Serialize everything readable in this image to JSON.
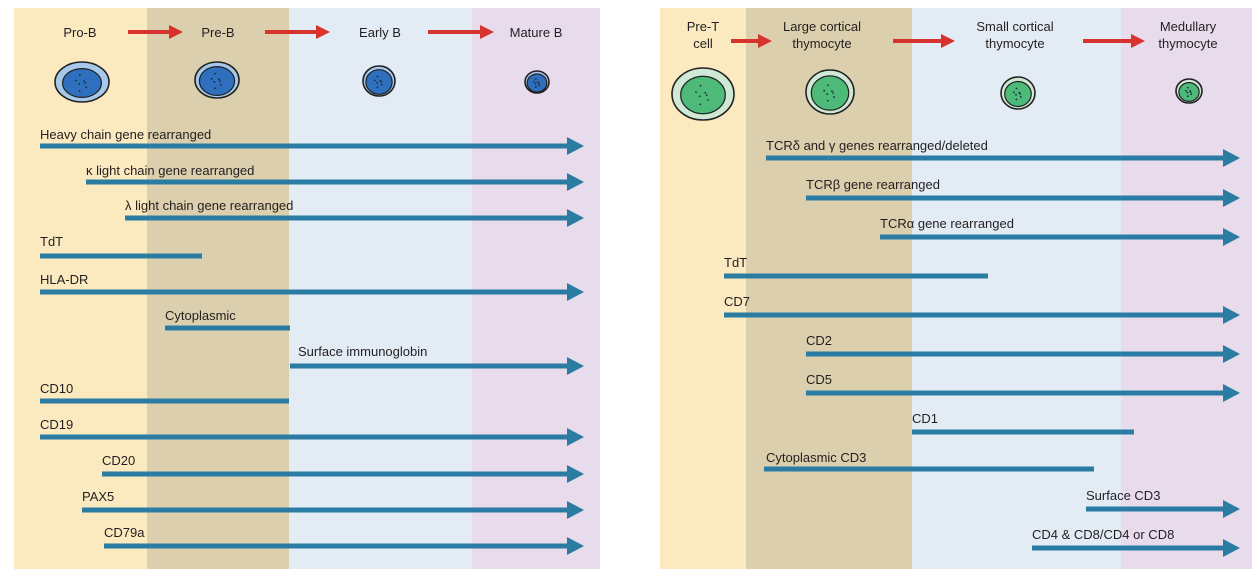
{
  "colors": {
    "pale_yellow": "#fbe9c0",
    "tan": "#dccfad",
    "pale_blue": "#e3ecf5",
    "lavender": "#e8dcec",
    "bar": "#2a7ca3",
    "stage_arrow": "#d6332e",
    "b_cell": "#2e6fbe",
    "b_cell_halo": "#a6c8ea",
    "t_cell": "#4dba7a",
    "t_cell_halo": "#cfe9d5",
    "outline": "#222222"
  },
  "b_panel": {
    "stages": [
      "Pro-B",
      "Pre-B",
      "Early B",
      "Mature B"
    ],
    "markers": [
      {
        "label": "Heavy chain gene rearranged",
        "arrow": true
      },
      {
        "label": "κ light chain gene rearranged",
        "arrow": true
      },
      {
        "label": "λ light chain gene rearranged",
        "arrow": true
      },
      {
        "label": "TdT",
        "arrow": false
      },
      {
        "label": "HLA-DR",
        "arrow": true
      },
      {
        "label": "Cytoplasmic",
        "arrow": false
      },
      {
        "label": "Surface immunoglobin",
        "arrow": true
      },
      {
        "label": "CD10",
        "arrow": false
      },
      {
        "label": "CD19",
        "arrow": true
      },
      {
        "label": "CD20",
        "arrow": true
      },
      {
        "label": "PAX5",
        "arrow": true
      },
      {
        "label": "CD79a",
        "arrow": true
      }
    ]
  },
  "t_panel": {
    "stages": [
      "Pre-T cell",
      "Large cortical thymocyte",
      "Small cortical thymocyte",
      "Medullary thymocyte"
    ],
    "stage_lines": [
      [
        "Pre-T",
        "cell"
      ],
      [
        "Large cortical",
        "thymocyte"
      ],
      [
        "Small cortical",
        "thymocyte"
      ],
      [
        "Medullary",
        "thymocyte"
      ]
    ],
    "markers": [
      {
        "label": "TCRδ and γ genes rearranged/deleted",
        "arrow": true
      },
      {
        "label": "TCRβ gene rearranged",
        "arrow": true
      },
      {
        "label": "TCRα gene rearranged",
        "arrow": true
      },
      {
        "label": "TdT",
        "arrow": false
      },
      {
        "label": "CD7",
        "arrow": true
      },
      {
        "label": "CD2",
        "arrow": true
      },
      {
        "label": "CD5",
        "arrow": true
      },
      {
        "label": "CD1",
        "arrow": false
      },
      {
        "label": "Cytoplasmic CD3",
        "arrow": false
      },
      {
        "label": "Surface CD3",
        "arrow": true
      },
      {
        "label": "CD4 & CD8/CD4 or CD8",
        "arrow": true
      }
    ]
  }
}
